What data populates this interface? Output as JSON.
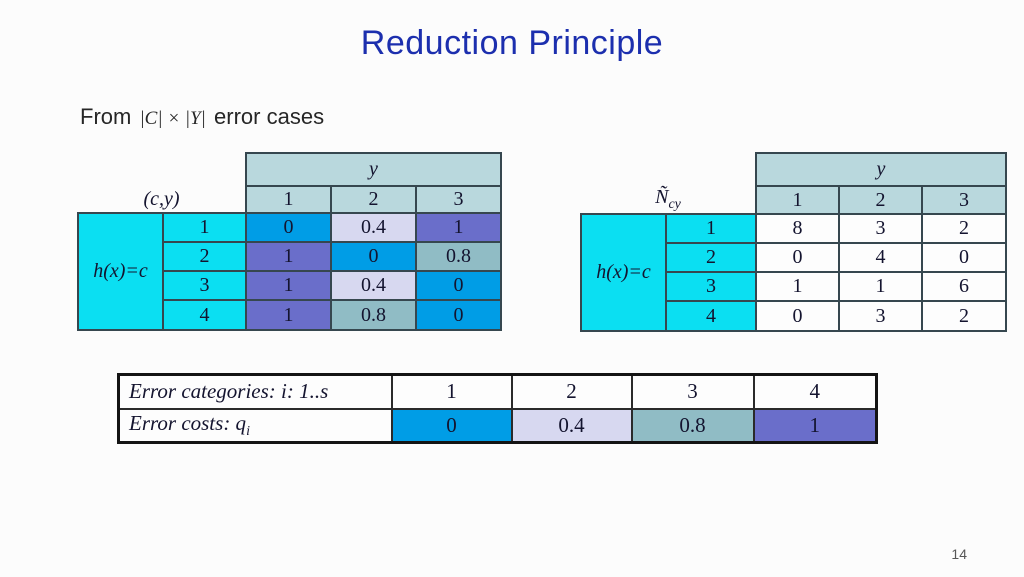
{
  "slide": {
    "title": "Reduction Principle",
    "page_number": "14"
  },
  "subtitle": {
    "prefix": "From",
    "math": "|C| × |Y|",
    "suffix": "error cases"
  },
  "left_table": {
    "corner_label": "(c,y)",
    "col_group_label": "y",
    "row_group_label": "h(x)=c",
    "col_headers": [
      "1",
      "2",
      "3"
    ],
    "row_headers": [
      "1",
      "2",
      "3",
      "4"
    ],
    "rows": [
      [
        {
          "v": "0",
          "bg": "#009de6"
        },
        {
          "v": "0.4",
          "bg": "#d7d8f0"
        },
        {
          "v": "1",
          "bg": "#6a6eca"
        }
      ],
      [
        {
          "v": "1",
          "bg": "#6a6eca"
        },
        {
          "v": "0",
          "bg": "#009de6"
        },
        {
          "v": "0.8",
          "bg": "#90bcc5"
        }
      ],
      [
        {
          "v": "1",
          "bg": "#6a6eca"
        },
        {
          "v": "0.4",
          "bg": "#d7d8f0"
        },
        {
          "v": "0",
          "bg": "#009de6"
        }
      ],
      [
        {
          "v": "1",
          "bg": "#6a6eca"
        },
        {
          "v": "0.8",
          "bg": "#90bcc5"
        },
        {
          "v": "0",
          "bg": "#009de6"
        }
      ]
    ]
  },
  "right_table": {
    "corner_main": "Ñ",
    "corner_sub": "cy",
    "col_group_label": "y",
    "row_group_label": "h(x)=c",
    "col_headers": [
      "1",
      "2",
      "3"
    ],
    "row_headers": [
      "1",
      "2",
      "3",
      "4"
    ],
    "rows": [
      [
        {
          "v": "8",
          "bg": "#fdfdfd"
        },
        {
          "v": "3",
          "bg": "#fdfdfd"
        },
        {
          "v": "2",
          "bg": "#fdfdfd"
        }
      ],
      [
        {
          "v": "0",
          "bg": "#fdfdfd"
        },
        {
          "v": "4",
          "bg": "#fdfdfd"
        },
        {
          "v": "0",
          "bg": "#fdfdfd"
        }
      ],
      [
        {
          "v": "1",
          "bg": "#fdfdfd"
        },
        {
          "v": "1",
          "bg": "#fdfdfd"
        },
        {
          "v": "6",
          "bg": "#fdfdfd"
        }
      ],
      [
        {
          "v": "0",
          "bg": "#fdfdfd"
        },
        {
          "v": "3",
          "bg": "#fdfdfd"
        },
        {
          "v": "2",
          "bg": "#fdfdfd"
        }
      ]
    ]
  },
  "cost_table": {
    "categories_label": "Error categories: i: 1..s",
    "costs_label_main": "Error costs: q",
    "costs_label_sub": "i",
    "category_headers": [
      "1",
      "2",
      "3",
      "4"
    ],
    "costs": [
      {
        "v": "0",
        "bg": "#009de6"
      },
      {
        "v": "0.4",
        "bg": "#d7d8f0"
      },
      {
        "v": "0.8",
        "bg": "#90bcc5"
      },
      {
        "v": "1",
        "bg": "#6a6eca"
      }
    ]
  },
  "colors": {
    "title": "#1c2fae",
    "header_fill": "#b9d8dd",
    "cyan_fill": "#0bdff2",
    "cost_0": "#009de6",
    "cost_04": "#d7d8f0",
    "cost_08": "#90bcc5",
    "cost_1": "#6a6eca"
  }
}
